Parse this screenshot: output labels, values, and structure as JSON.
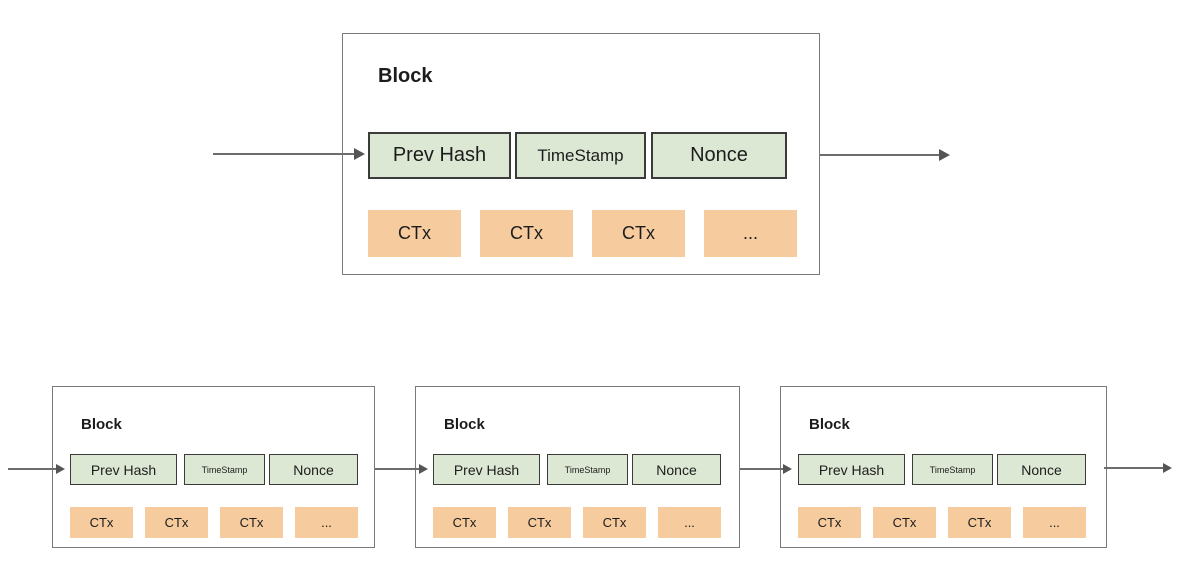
{
  "main_block": {
    "title": "Block",
    "fields": [
      "Prev Hash",
      "TimeStamp",
      "Nonce"
    ],
    "transactions": [
      "CTx",
      "CTx",
      "CTx",
      "..."
    ]
  },
  "chain_blocks": [
    {
      "title": "Block",
      "fields": [
        "Prev Hash",
        "TimeStamp",
        "Nonce"
      ],
      "transactions": [
        "CTx",
        "CTx",
        "CTx",
        "..."
      ]
    },
    {
      "title": "Block",
      "fields": [
        "Prev Hash",
        "TimeStamp",
        "Nonce"
      ],
      "transactions": [
        "CTx",
        "CTx",
        "CTx",
        "..."
      ]
    },
    {
      "title": "Block",
      "fields": [
        "Prev Hash",
        "TimeStamp",
        "Nonce"
      ],
      "transactions": [
        "CTx",
        "CTx",
        "CTx",
        "..."
      ]
    }
  ],
  "icons": {
    "arrow-right-icon": "css-triangle"
  },
  "colors": {
    "field_fill": "#dce8d4",
    "field_border": "#3b3b3b",
    "transaction_fill": "#f6cb9e",
    "block_border": "#7a7a7a",
    "arrow": "#6d6d6d",
    "background": "#ffffff",
    "text": "#1c1c1c"
  }
}
